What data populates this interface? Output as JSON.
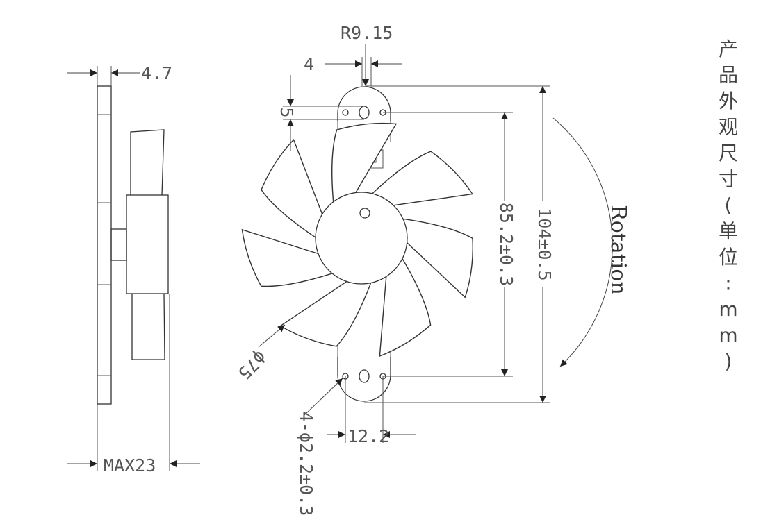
{
  "dims": {
    "side_thickness": "4.7",
    "max_depth": "MAX23",
    "radius": "R9.15",
    "slot_width": "4",
    "slot_height": "5",
    "hole_spacing": "85.2±0.3",
    "overall_length": "104±0.5",
    "diameter": "ϕ75",
    "hole_pitch": "12.2",
    "holes": "4-ϕ2.2±0.3"
  },
  "rotation_label": "Rotation",
  "caption": [
    "产",
    "品",
    "外",
    "观",
    "尺",
    "寸",
    "(",
    "单",
    "位",
    ":",
    "m",
    "m",
    ")"
  ],
  "colors": {
    "line": "#333333",
    "text": "#555555"
  }
}
